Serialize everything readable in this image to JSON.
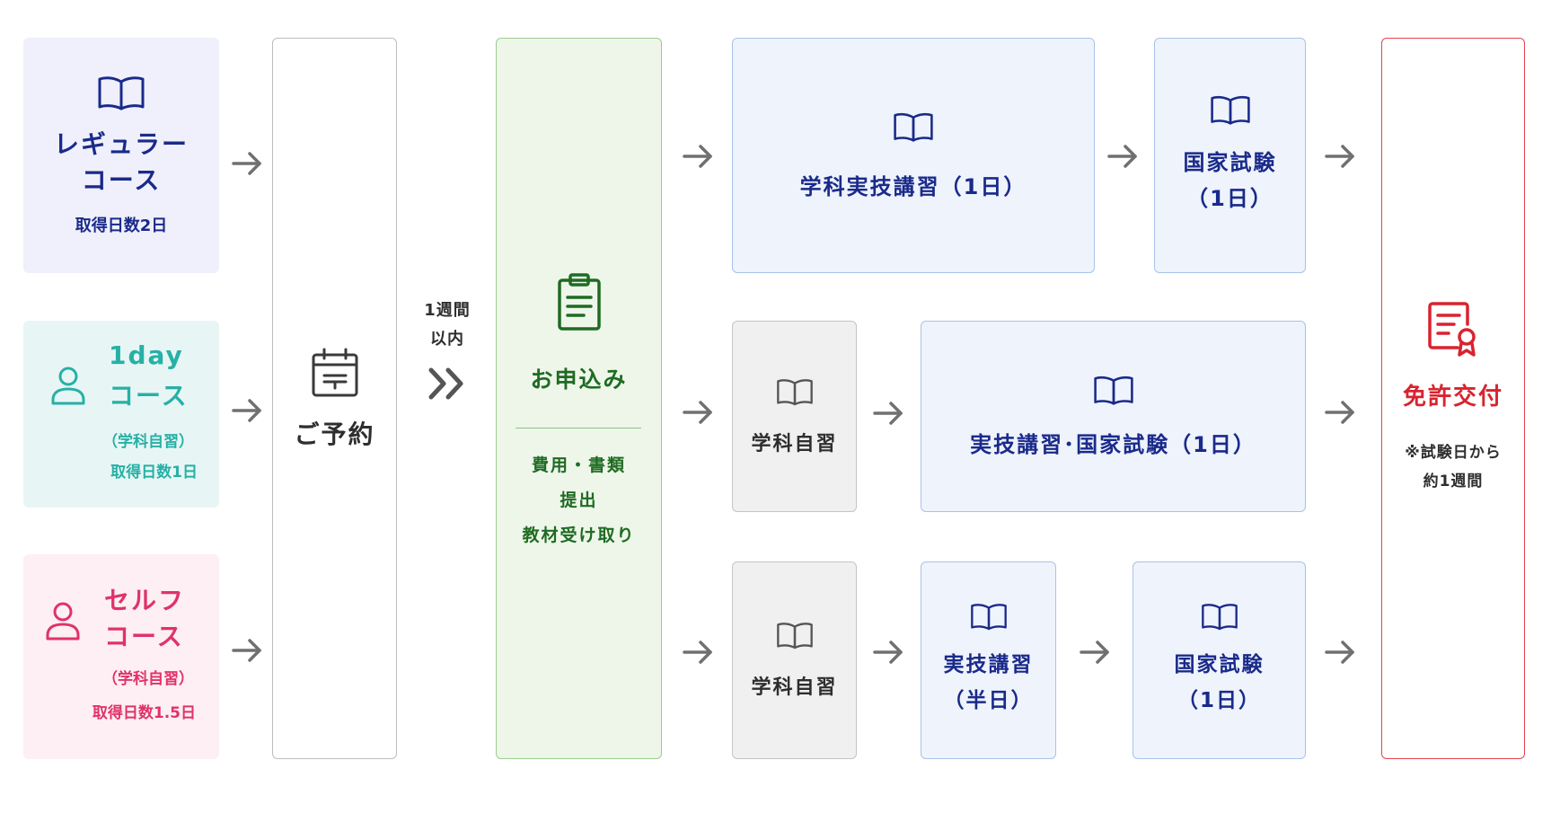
{
  "courses": {
    "regular": {
      "title_line1": "レギュラー",
      "title_line2": "コース",
      "days": "取得日数2日"
    },
    "oneday": {
      "title_line1": "1day",
      "title_line2": "コース",
      "note": "（学科自習）",
      "days": "取得日数1日"
    },
    "self": {
      "title_line1": "セルフ",
      "title_line2": "コース",
      "note": "（学科自習）",
      "days": "取得日数1.5日"
    }
  },
  "reservation": {
    "label": "ご予約"
  },
  "timing": {
    "line1": "1週間",
    "line2": "以内"
  },
  "application": {
    "title": "お申込み",
    "item1": "費用・書類",
    "item2": "提出",
    "item3": "教材受け取り"
  },
  "row1": {
    "step1": "学科実技講習（1日）",
    "step2_line1": "国家試験",
    "step2_line2": "（1日）"
  },
  "row2": {
    "step1": "学科自習",
    "step2": "実技講習･国家試験（1日）"
  },
  "row3": {
    "step1": "学科自習",
    "step2_line1": "実技講習",
    "step2_line2": "（半日）",
    "step3_line1": "国家試験",
    "step3_line2": "（1日）"
  },
  "license": {
    "title": "免許交付",
    "note_line1": "※試験日から",
    "note_line2": "約1週間"
  },
  "icons": {
    "course": [
      "book-icon",
      "person-icon",
      "person-icon"
    ],
    "reservation": "calendar-icon",
    "application": "clipboard-icon",
    "steps": "book-icon",
    "license": "certificate-icon",
    "connector": "arrow-right-icon",
    "timing": "double-chevron-icon"
  },
  "colors": {
    "navy": "#1a2a8a",
    "teal": "#27b0a6",
    "pink": "#e0326a",
    "green": "#1f6b22",
    "red": "#d9232f",
    "arrow": "#707070"
  }
}
